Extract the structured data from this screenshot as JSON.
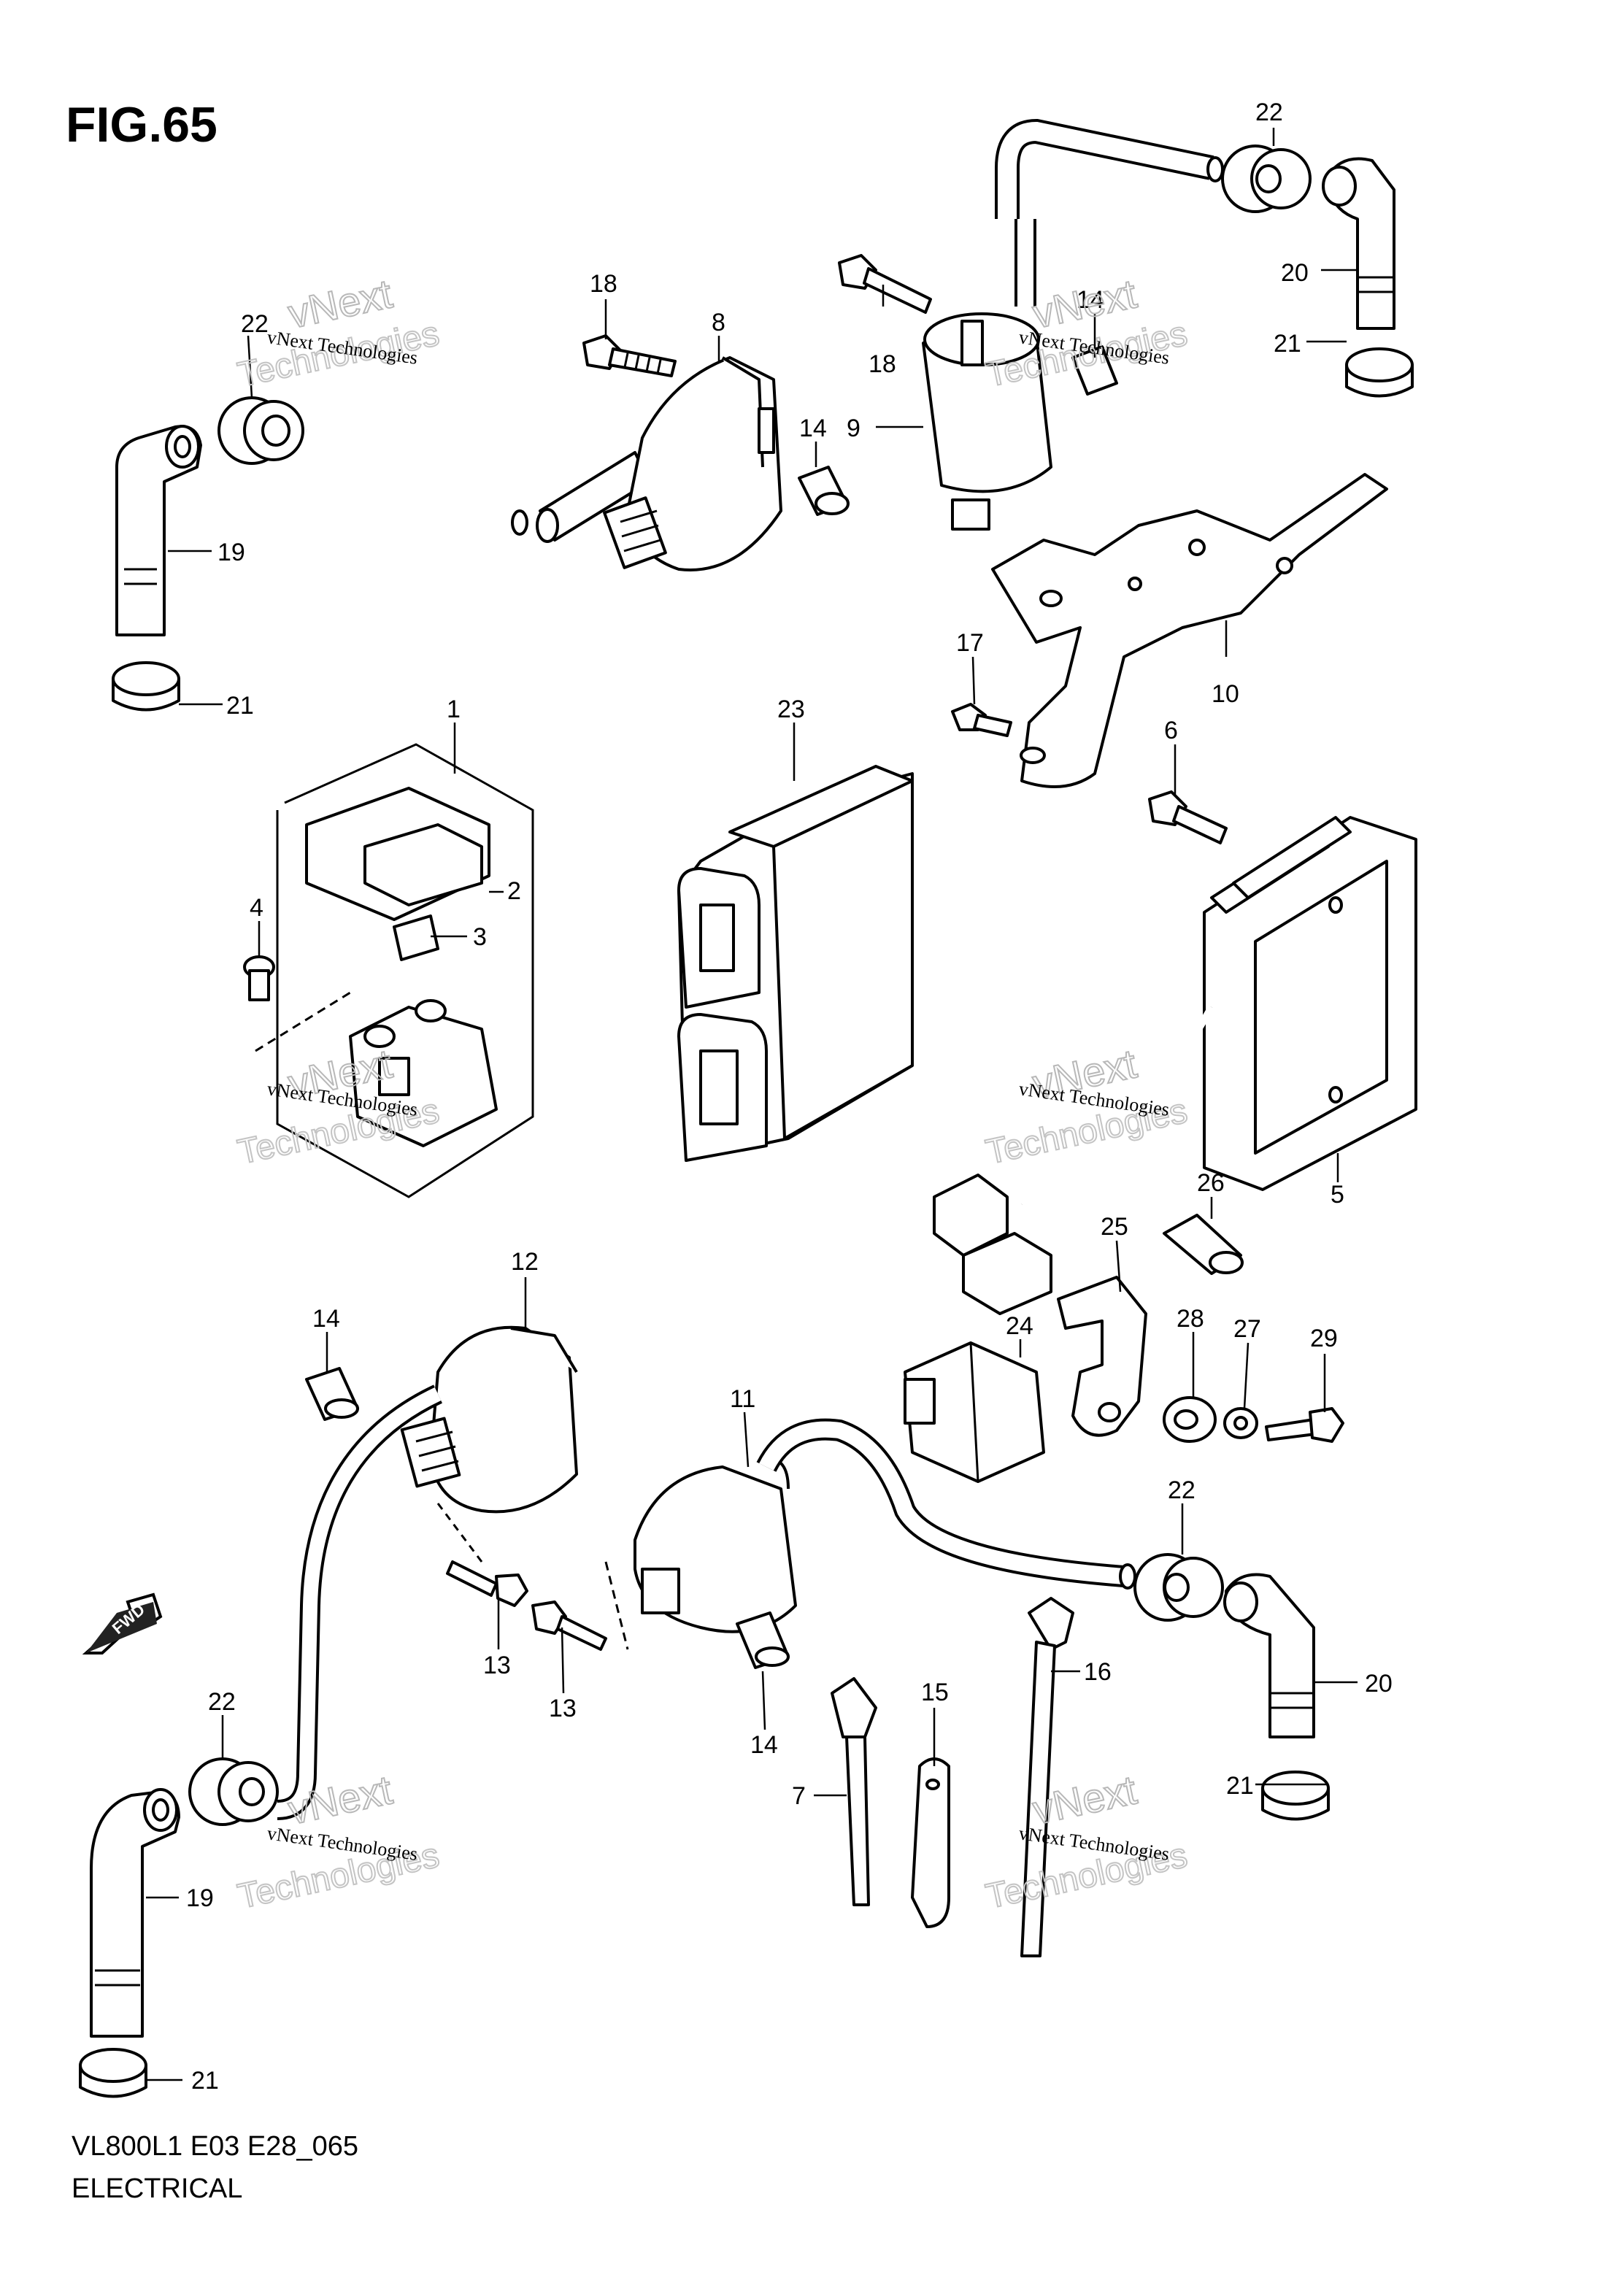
{
  "figure": {
    "title": "FIG.65",
    "code": "VL800L1 E03 E28_065",
    "section": "ELECTRICAL"
  },
  "watermark": {
    "line": "vNext Technologies",
    "word1": "vNext",
    "word2": "Technologies"
  },
  "fwd_label": "FWD",
  "callouts": {
    "c1": "1",
    "c2": "2",
    "c3": "3",
    "c4": "4",
    "c5": "5",
    "c6": "6",
    "c7": "7",
    "c8": "8",
    "c9": "9",
    "c10": "10",
    "c11": "11",
    "c12": "12",
    "c13a": "13",
    "c13b": "13",
    "c14a": "14",
    "c14b": "14",
    "c14c": "14",
    "c14d": "14",
    "c15": "15",
    "c16": "16",
    "c17": "17",
    "c18a": "18",
    "c18b": "18",
    "c19a": "19",
    "c19b": "19",
    "c20a": "20",
    "c20b": "20",
    "c21a": "21",
    "c21b": "21",
    "c21c": "21",
    "c21d": "21",
    "c22a": "22",
    "c22b": "22",
    "c22c": "22",
    "c22d": "22",
    "c23": "23",
    "c24": "24",
    "c25": "25",
    "c26": "26",
    "c27": "27",
    "c28": "28",
    "c29": "29"
  }
}
